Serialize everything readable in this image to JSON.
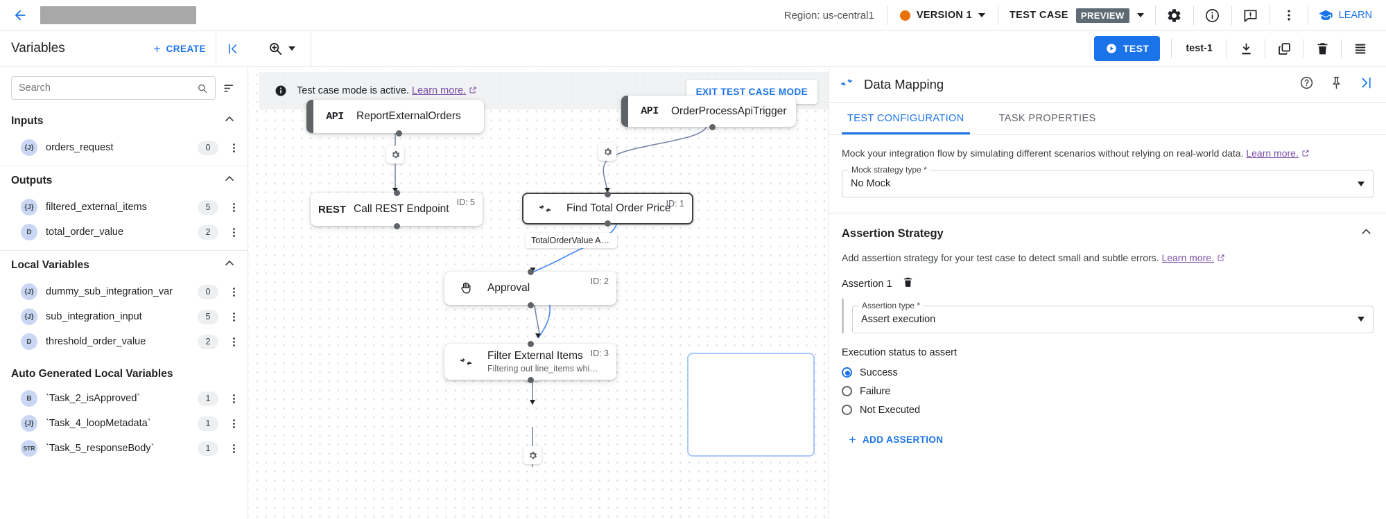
{
  "topbar": {
    "back_icon": "back-arrow-icon",
    "region": "Region: us-central1",
    "version_label": "VERSION 1",
    "version_dot_color": "#e8710a",
    "test_case_label": "TEST CASE",
    "preview_badge": "PREVIEW",
    "learn_label": "LEARN",
    "icons": [
      "gear-icon",
      "info-icon",
      "feedback-icon",
      "more-vert-icon"
    ]
  },
  "subbar": {
    "variables_title": "Variables",
    "create_label": "CREATE",
    "collapse_icon": "collapse-panel-icon",
    "zoom_icon": "zoom-icon"
  },
  "toolbar": {
    "test_label": "TEST",
    "test_name": "test-1",
    "download_icon": "download-icon",
    "copy_icon": "copy-icon",
    "delete_icon": "trash-icon",
    "menu_icon": "list-menu-icon"
  },
  "sidebar": {
    "search_placeholder": "Search",
    "search_value": "",
    "sections": [
      {
        "title": "Inputs",
        "items": [
          {
            "badge": "{J}",
            "name": "orders_request",
            "count": "0"
          }
        ]
      },
      {
        "title": "Outputs",
        "items": [
          {
            "badge": "{J}",
            "name": "filtered_external_items",
            "count": "5"
          },
          {
            "badge": "D",
            "name": "total_order_value",
            "count": "2"
          }
        ]
      },
      {
        "title": "Local Variables",
        "items": [
          {
            "badge": "{J}",
            "name": "dummy_sub_integration_var",
            "count": "0"
          },
          {
            "badge": "{J}",
            "name": "sub_integration_input",
            "count": "5"
          },
          {
            "badge": "D",
            "name": "threshold_order_value",
            "count": "2"
          }
        ]
      },
      {
        "title": "Auto Generated Local Variables",
        "items": [
          {
            "badge": "B",
            "name": "`Task_2_isApproved`",
            "count": "1"
          },
          {
            "badge": "{J}",
            "name": "`Task_4_loopMetadata`",
            "count": "1"
          },
          {
            "badge": "STR",
            "name": "`Task_5_responseBody`",
            "count": "1"
          }
        ]
      }
    ]
  },
  "canvas": {
    "banner_text": "Test case mode is active.",
    "banner_link": "Learn more.",
    "exit_button": "EXIT TEST CASE MODE",
    "nodes": [
      {
        "icon": "API",
        "title": "ReportExternalOrders",
        "subtitle": "",
        "id": ""
      },
      {
        "icon": "API",
        "title": "OrderProcessApiTrigger",
        "subtitle": "",
        "id": ""
      },
      {
        "icon": "REST",
        "title": "Call REST Endpoint",
        "subtitle": "",
        "id": "ID: 5"
      },
      {
        "icon": "mapping-icon",
        "title": "Find Total Order Price",
        "subtitle": "",
        "id": "ID: 1"
      },
      {
        "icon": "hand-icon",
        "title": "Approval",
        "subtitle": "",
        "id": "ID: 2"
      },
      {
        "icon": "mapping-icon",
        "title": "Filter External Items",
        "subtitle": "Filtering out line_items whi…",
        "id": "ID: 3"
      }
    ],
    "edge_labels": [
      "TotalOrderValue Above …"
    ]
  },
  "rightpanel": {
    "title": "Data Mapping",
    "header_icons": [
      "help-circle-icon",
      "pin-icon",
      "collapse-right-icon"
    ],
    "tabs": [
      {
        "label": "TEST CONFIGURATION",
        "active": true
      },
      {
        "label": "TASK PROPERTIES",
        "active": false
      }
    ],
    "mock_desc": "Mock your integration flow by simulating different scenarios without relying on real-world data.",
    "mock_desc_link": "Learn more.",
    "mock_field_label": "Mock strategy type *",
    "mock_field_value": "No Mock",
    "assertion_section_title": "Assertion Strategy",
    "assertion_desc": "Add assertion strategy for your test case to detect small and subtle errors.",
    "assertion_desc_link": "Learn more.",
    "assertion_name": "Assertion 1",
    "assertion_type_label": "Assertion type *",
    "assertion_type_value": "Assert execution",
    "exec_status_label": "Execution status to assert",
    "radio_options": [
      {
        "label": "Success",
        "selected": true
      },
      {
        "label": "Failure",
        "selected": false
      },
      {
        "label": "Not Executed",
        "selected": false
      }
    ],
    "add_assertion_label": "ADD ASSERTION"
  },
  "colors": {
    "accent": "#1a73e8",
    "link": "#7b4ea8",
    "orange": "#e8710a"
  }
}
